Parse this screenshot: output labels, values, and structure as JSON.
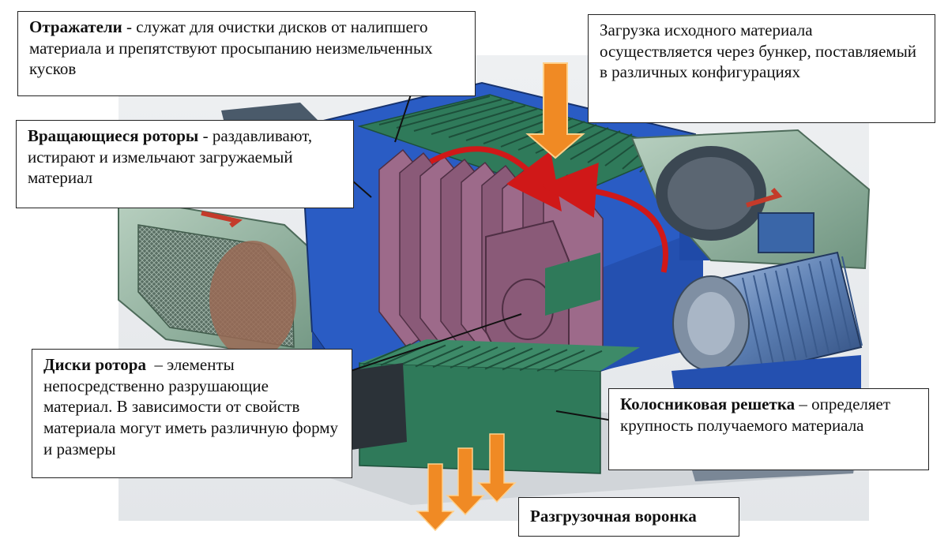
{
  "callouts": {
    "reflectors": {
      "title": "Отражатели",
      "text": " - служат для очистки дисков от налипшего материала и препятствуют просыпанию неизмельченных кусков"
    },
    "rotors": {
      "title": "Вращающиеся роторы",
      "text": " - раздавливают, истирают и измельчают загружаемый материал"
    },
    "loading": {
      "text": "Загрузка исходного материала осуществляется через бункер, поставляемый в различных конфигурациях"
    },
    "discs": {
      "title": "Диски ротора",
      "text": "  – элементы непосредственно разрушающие материал. В зависимости от свойств материала могут иметь различную форму и размеры"
    },
    "grate": {
      "title": "Колосниковая решетка",
      "text": " – определяет крупность получаемого материала"
    },
    "unloading": {
      "title": "Разгрузочная воронка"
    }
  },
  "colors": {
    "frame_blue": "#2a5cc4",
    "grate_green": "#2f7a5a",
    "disc_purple": "#8a5a78",
    "guard_green": "#8fb29b",
    "motor_blue": "#5c7fb3",
    "arrow_orange": "#f08a24",
    "rotation_red": "#d01818"
  }
}
